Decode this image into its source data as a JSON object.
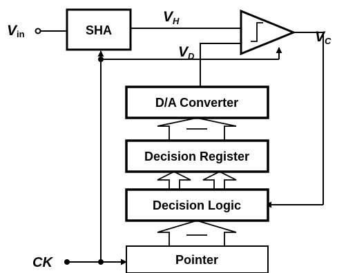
{
  "signals": {
    "vin": {
      "main": "V",
      "sub": "in"
    },
    "vh": {
      "main": "V",
      "sub": "H"
    },
    "vd": {
      "main": "V",
      "sub": "D"
    },
    "vc": {
      "main": "V",
      "sub": "C"
    },
    "ck": "CK"
  },
  "blocks": {
    "sha": "SHA",
    "dac": "D/A Converter",
    "register": "Decision Register",
    "logic": "Decision Logic",
    "pointer": "Pointer"
  }
}
